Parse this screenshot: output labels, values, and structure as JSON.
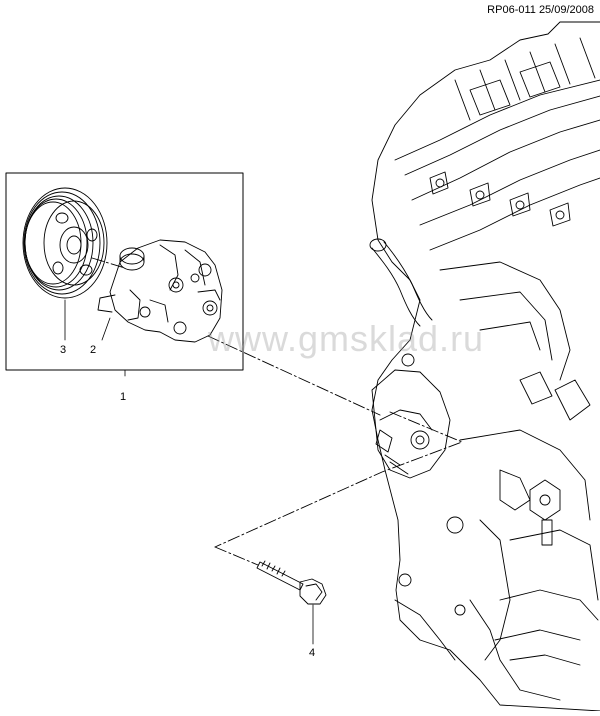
{
  "header": {
    "reference": "RP06-011 25/09/2008"
  },
  "watermark": {
    "text": "www.gmsklad.ru"
  },
  "callouts": [
    {
      "id": "1",
      "label": "1"
    },
    {
      "id": "2",
      "label": "2"
    },
    {
      "id": "3",
      "label": "3"
    },
    {
      "id": "4",
      "label": "4"
    }
  ]
}
